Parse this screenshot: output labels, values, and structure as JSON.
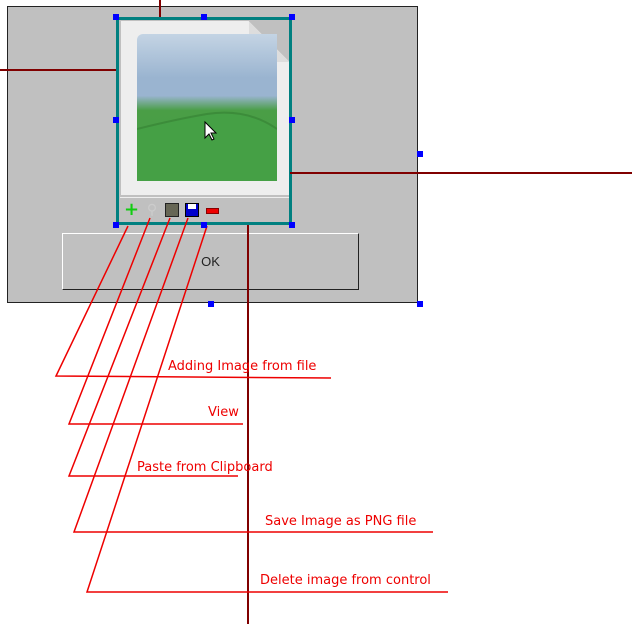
{
  "dialog": {
    "ok_label": "OK"
  },
  "toolbar": {
    "icons": [
      "add-icon",
      "view-icon",
      "paste-icon",
      "save-icon",
      "delete-icon"
    ]
  },
  "annotations": [
    "Adding Image from file",
    "View",
    "Paste from Clipboard",
    "Save Image as PNG file",
    "Delete image from control"
  ],
  "colors": {
    "annotation": "#ee0000",
    "guide": "#800000",
    "selection": "#008080",
    "handle": "#0000ff"
  }
}
